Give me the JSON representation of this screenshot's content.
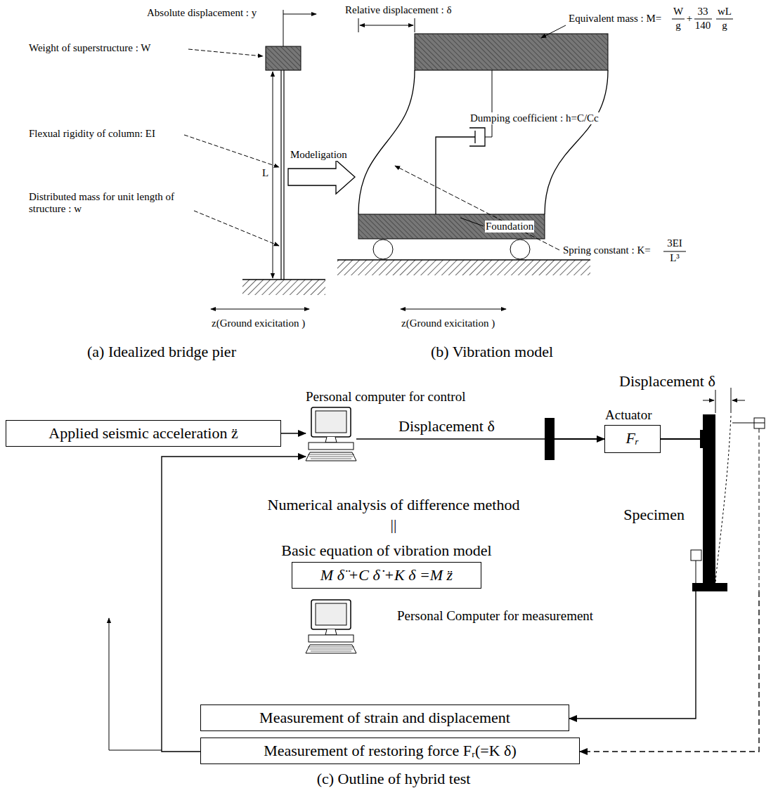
{
  "diagram": {
    "nodes": [
      {
        "text": [
          "Applied seismic acceleration z̈"
        ]
      },
      {
        "text": [
          "Personal computer for control"
        ]
      },
      {
        "text": [
          "Actuator",
          "Fᵣ"
        ]
      },
      {
        "text": [
          "Specimen"
        ]
      },
      {
        "text": [
          "Basic equation of vibration model",
          "M δ̈ +C δ̇ +K δ =M z̈"
        ]
      },
      {
        "text": [
          "Personal Computer for measurement"
        ]
      },
      {
        "text": [
          "Measurement of strain and displacement"
        ]
      },
      {
        "text": [
          "Measurement of restoring force Fᵣ(=K δ)"
        ]
      }
    ],
    "edges": [
      {
        "from": 0,
        "to": 1,
        "arrow": "to"
      },
      {
        "from": 1,
        "to": 2,
        "label": "Displacement δ",
        "arrow": "to"
      },
      {
        "from": 3,
        "to": 6,
        "arrow": "to"
      },
      {
        "from": 3,
        "to": 7,
        "arrow": "to"
      },
      {
        "from": 7,
        "to": 1,
        "arrow": "to"
      }
    ],
    "labels": [
      "Absolute displacement : y",
      "Weight of superstructure : W",
      "Flexual rigidity of column: EI",
      "Distributed mass for unit length of structure : w",
      "L",
      "z(Ground exicitation )",
      "(a) Idealized bridge pier",
      "Relative displacement : δ",
      "Equivalent mass : M=",
      "W",
      "g",
      "+",
      "33",
      "140",
      "wL",
      "g",
      "Dumping coefficient : h=C/Cc",
      "Modeligation",
      "Foundation",
      "Spring constant : K=",
      "3EI",
      "L³",
      "z(Ground exicitation )",
      "(b) Vibration model",
      "Displacement δ",
      "Numerical analysis of difference method",
      "||",
      "(c) Outline of hybrid test"
    ]
  }
}
